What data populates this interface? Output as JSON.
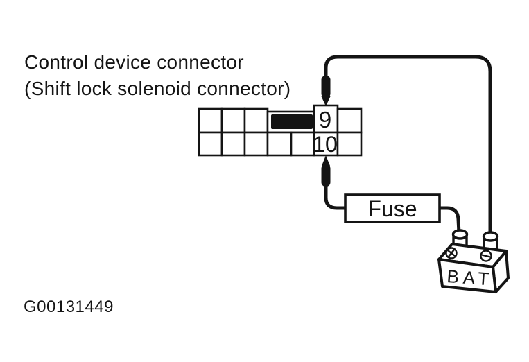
{
  "page": {
    "background_color": "#ffffff",
    "ink_color": "#141414"
  },
  "title": {
    "line1": "Control device connector",
    "line2": "(Shift lock solenoid connector)"
  },
  "connector": {
    "pin_top_label": "9",
    "pin_bottom_label": "10"
  },
  "fuse": {
    "label": "Fuse"
  },
  "battery": {
    "label": "BAT",
    "positive_terminal_symbol": "+",
    "negative_terminal_symbol": "−"
  },
  "figure_id": "G00131449"
}
